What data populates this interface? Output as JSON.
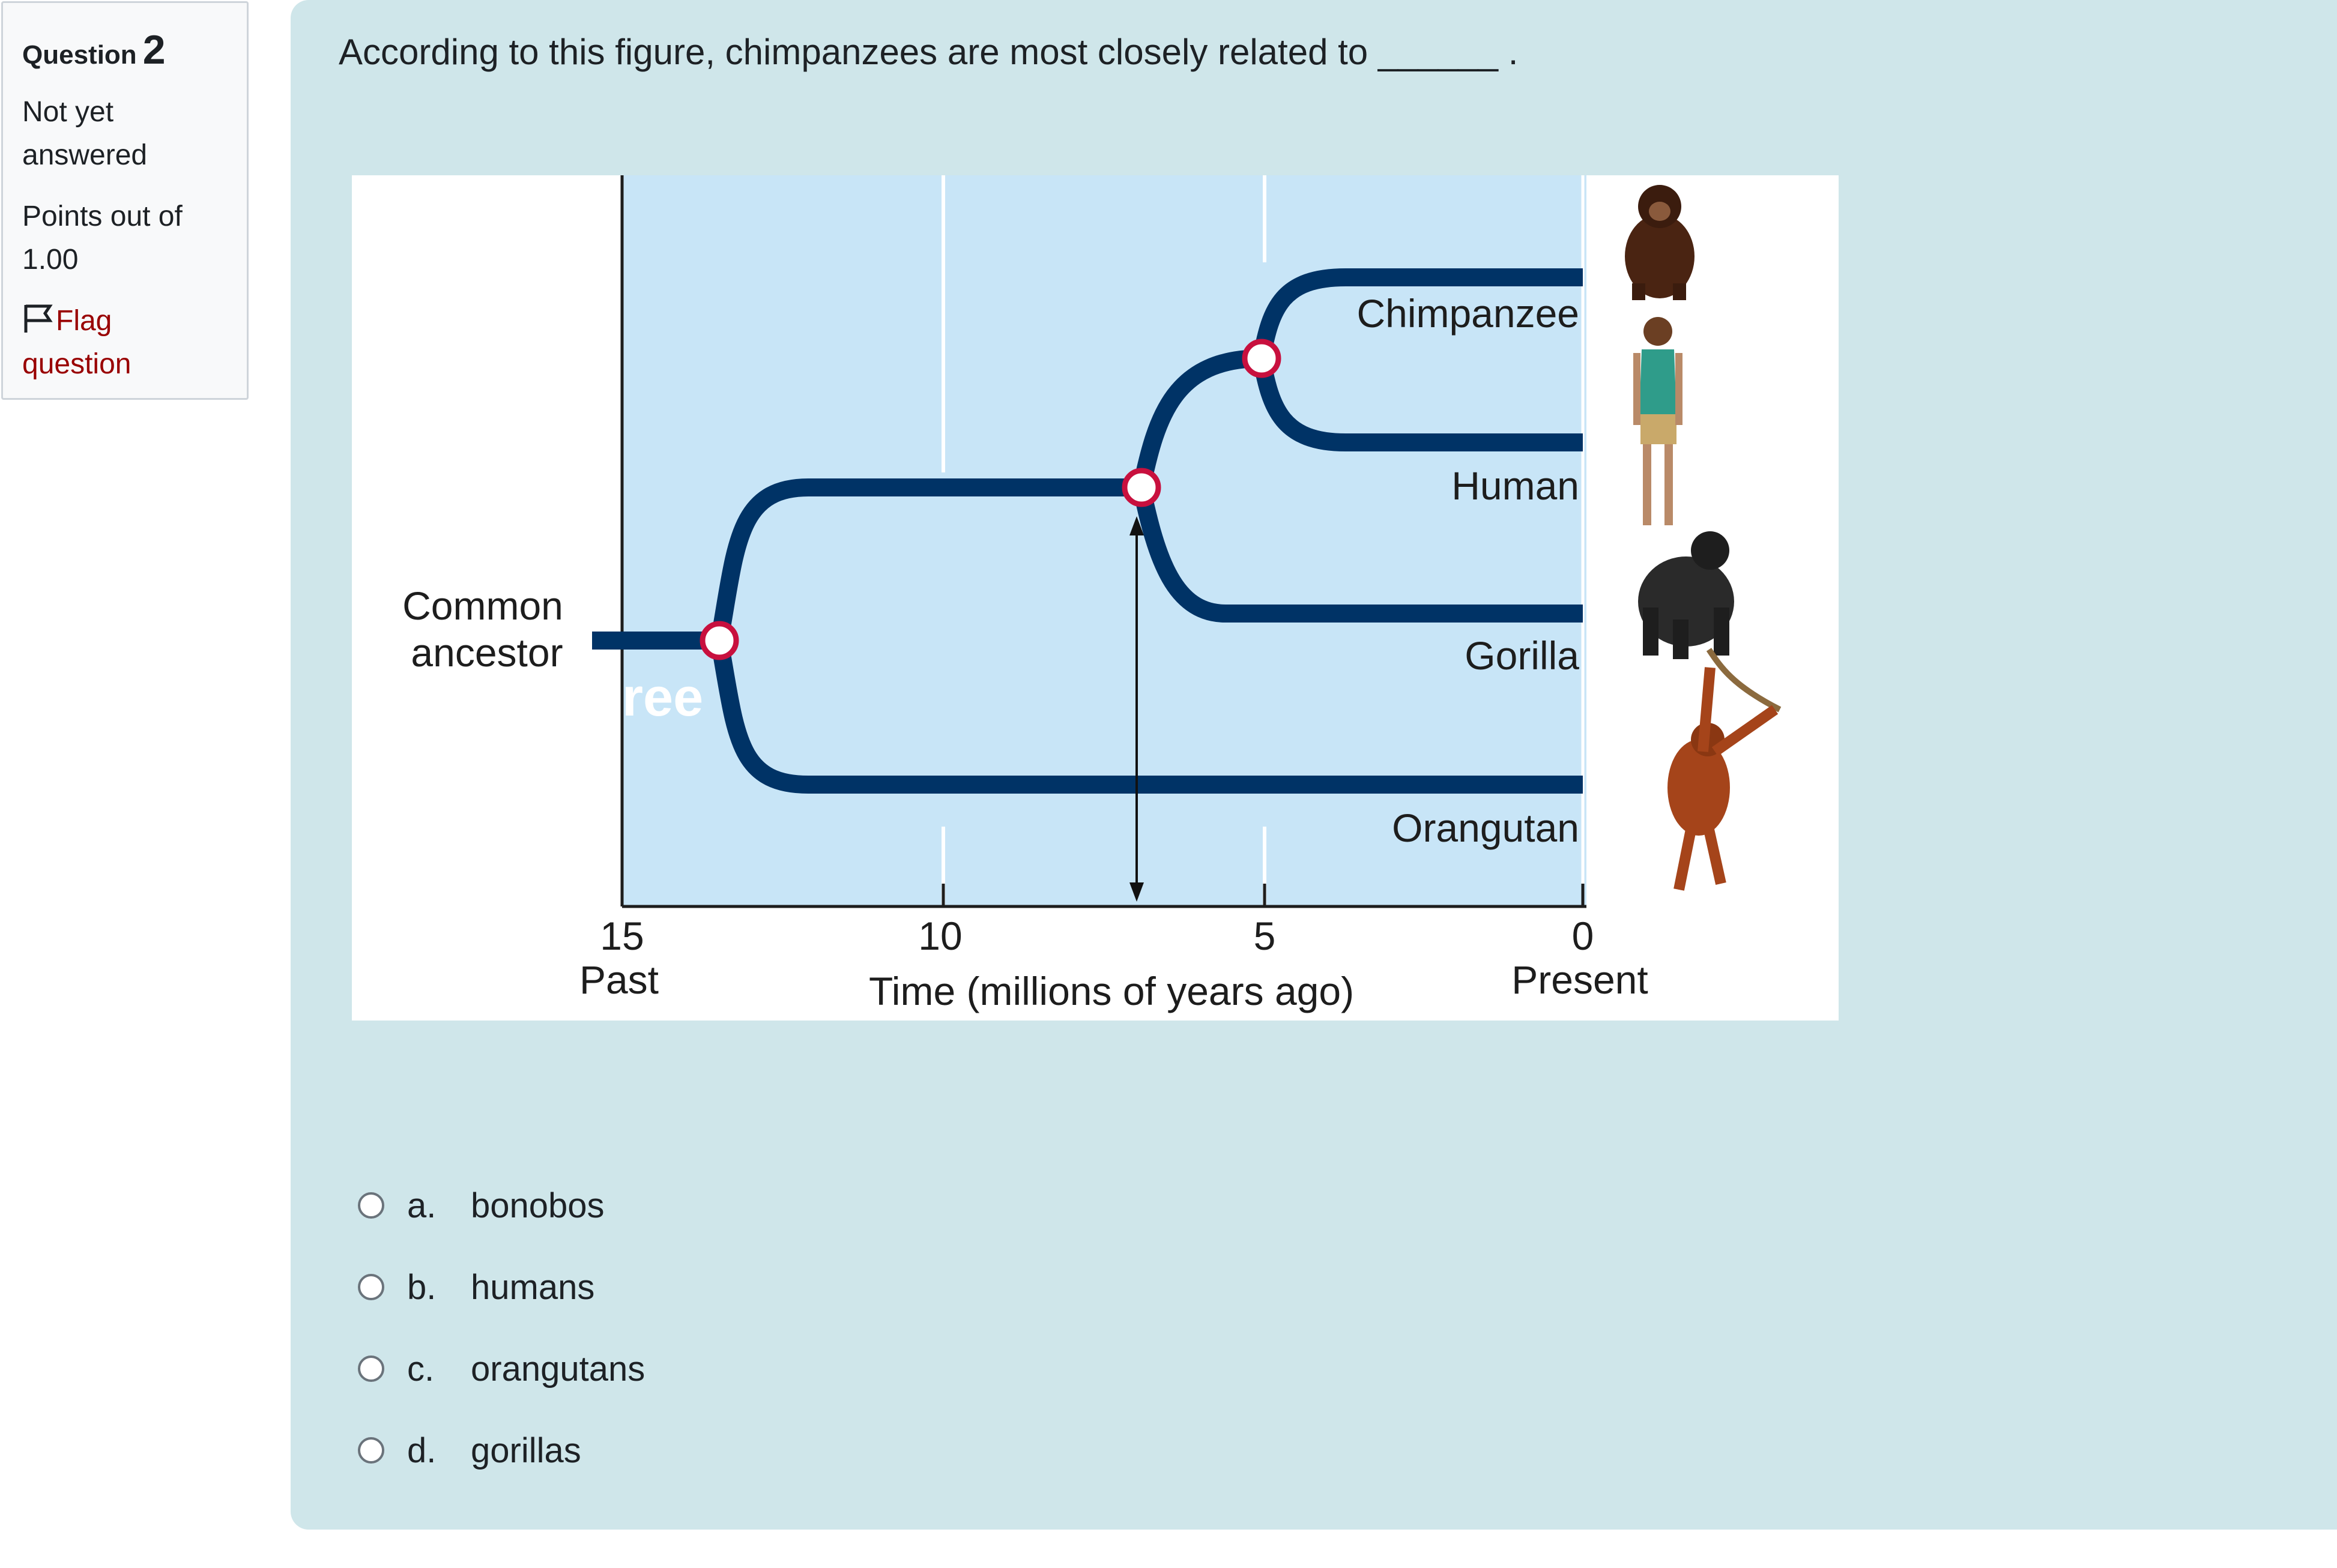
{
  "info": {
    "question_label": "Question",
    "question_number": "2",
    "state": "Not yet answered",
    "grade": "Points out of 1.00",
    "flag_label": "Flag question"
  },
  "question": {
    "text": "According to this figure, chimpanzees are most closely related to ______ ."
  },
  "figure": {
    "common_ancestor_line1": "Common",
    "common_ancestor_line2": "ancestor",
    "watermark": "ree",
    "axis": {
      "label": "Time (millions of years ago)",
      "ticks": [
        "15",
        "10",
        "5",
        "0"
      ],
      "past_label": "Past",
      "present_label": "Present"
    },
    "species": [
      {
        "label": "Chimpanzee",
        "icon": "chimpanzee-icon"
      },
      {
        "label": "Human",
        "icon": "human-icon"
      },
      {
        "label": "Gorilla",
        "icon": "gorilla-icon"
      },
      {
        "label": "Orangutan",
        "icon": "orangutan-icon"
      }
    ],
    "colors": {
      "background": "#c8e5f7",
      "branch": "#003366",
      "node": "#c8103e"
    }
  },
  "answers": [
    {
      "letter": "a.",
      "text": "bonobos"
    },
    {
      "letter": "b.",
      "text": "humans"
    },
    {
      "letter": "c.",
      "text": "orangutans"
    },
    {
      "letter": "d.",
      "text": "gorillas"
    }
  ]
}
